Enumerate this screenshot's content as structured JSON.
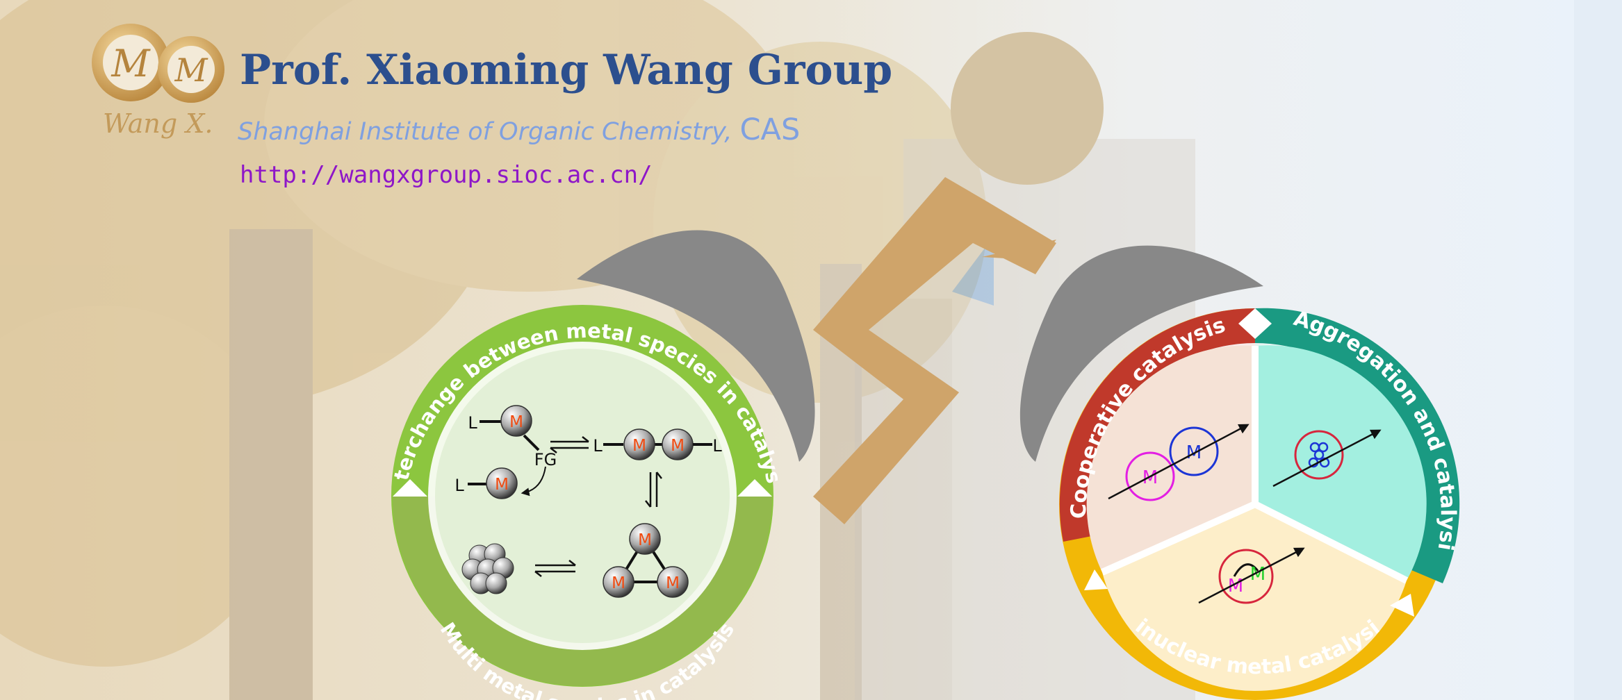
{
  "header": {
    "title": "Prof. Xiaoming Wang Group",
    "subtitle_main": "Shanghai Institute of Organic Chemistry, ",
    "subtitle_cas": "CAS",
    "url": "http://wangxgroup.sioc.ac.cn/",
    "logo_letters": "M",
    "logo_signature": "Wang X."
  },
  "left_wheel": {
    "arc_top": "Interchange between metal species in catalysis",
    "arc_bottom": "Multi metal species in catalysis",
    "metal": "M",
    "ligand": "L",
    "functional_group": "FG"
  },
  "right_wheel": {
    "segment_cooperative": "Cooperative catalysis",
    "segment_aggregation": "Aggregation and catalysis",
    "segment_binuclear": "Binuclear metal catalysis",
    "metal": "M"
  },
  "colors": {
    "title": "#2c4f8e",
    "subtitle": "#7fa0e0",
    "url": "#8e16c8",
    "green_arc": "#8cc63f",
    "red_arc": "#c0392b",
    "teal_arc": "#1a9a82",
    "yellow_arc": "#f2b807",
    "rider_body": "#cfa46a",
    "rider_head": "#d4c3a3",
    "fender": "#888888"
  }
}
